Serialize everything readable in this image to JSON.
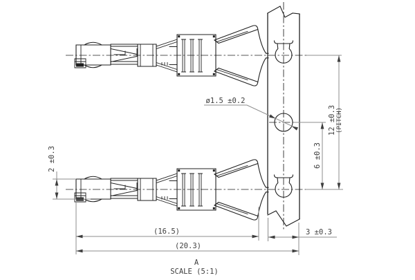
{
  "drawing": {
    "dimensions": {
      "hole_diameter": "ø1.5 ±0.2",
      "pitch": "12 ±0.3",
      "pitch_note": "(PITCH)",
      "hole_spacing": "6 ±0.3",
      "terminal_height": "2 ±0.3",
      "contact_length": "(16.5)",
      "overall_length": "(20.3)",
      "strip_width": "3 ±0.3"
    },
    "view": {
      "label": "A",
      "scale": "SCALE (5:1)"
    },
    "colors": {
      "background": "#ffffff",
      "part_line": "#1f1f1f",
      "strip_line": "#6e6e6e",
      "dim_line": "#8c8c8c",
      "dim_text": "#3d3d3d"
    }
  }
}
